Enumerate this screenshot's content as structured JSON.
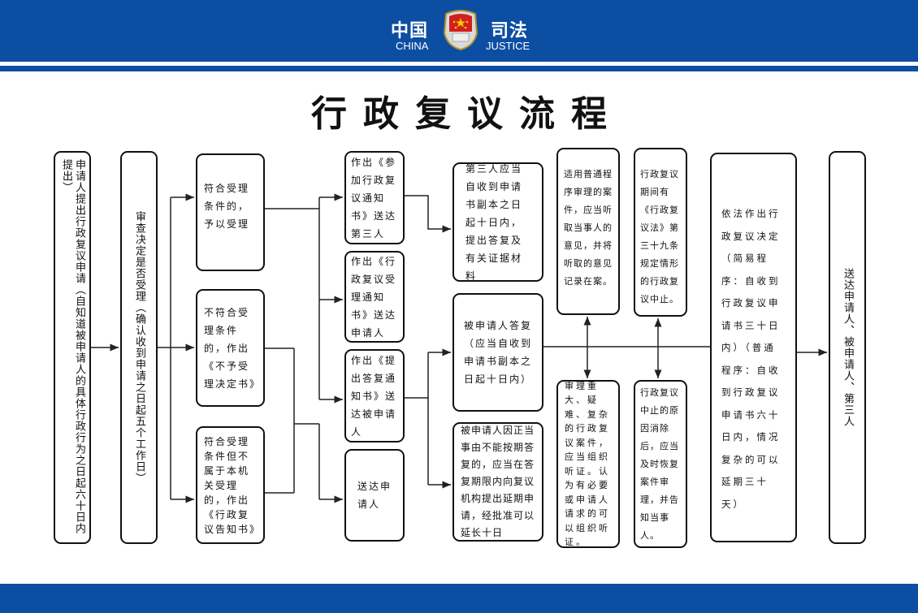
{
  "header": {
    "cn_left": "中国",
    "en_left": "CHINA",
    "cn_right": "司法",
    "en_right": "JUSTICE",
    "emblem_icon": "national-emblem"
  },
  "title": "行政复议流程",
  "colors": {
    "brand_blue": "#0c4ea2"
  },
  "steps": {
    "apply": "申请人提出行政复议申请（自知道被申请人的具体行政行为之日起六十日内提出）",
    "review": "审查决定是否受理（确认收到申请之日起五个工作日）",
    "accept": "符合受理条件的，予以受理",
    "reject": "不符合受理条件的，作出《不予受理决定书》",
    "notify_other": "符合受理条件但不属于本机关受理的，作出《行政复议告知书》",
    "third_party_notice": "作出《参加行政复议通知书》送达第三人",
    "accept_notice": "作出《行政复议受理通知书》送达申请人",
    "reply_notice": "作出《提出答复通知书》送达被申请人",
    "deliver_applicant": "送达申请人",
    "third_party_reply": "第三人应当自收到申请书副本之日起十日内，提出答复及有关证据材料",
    "respondent_reply": "被申请人答复（应当自收到申请书副本之日起十日内）",
    "extension": "被申请人因正当事由不能按期答复的，应当在答复期限内向复议机构提出延期申请，经批准可以延长十日",
    "ordinary_procedure": "适用普通程序审理的案件，应当听取当事人的意见，并将听取的意见记录在案。",
    "hearing": "审理重大、疑难、复杂的行政复议案件，应当组织听证。认为有必要或申请人请求的可以组织听证。",
    "suspension": "行政复议期间有《行政复议法》第三十九条规定情形的行政复议中止。",
    "resume": "行政复议中止的原因消除后，应当及时恢复案件审理，并告知当事人。",
    "decision": "依法作出行政复议决定（简易程序：自收到行政复议申请书三十日内）（普通程序：自收到行政复议申请书六十日内，情况复杂的可以延期三十天）",
    "deliver_all": "送达申请人、被申请人、第三人"
  }
}
